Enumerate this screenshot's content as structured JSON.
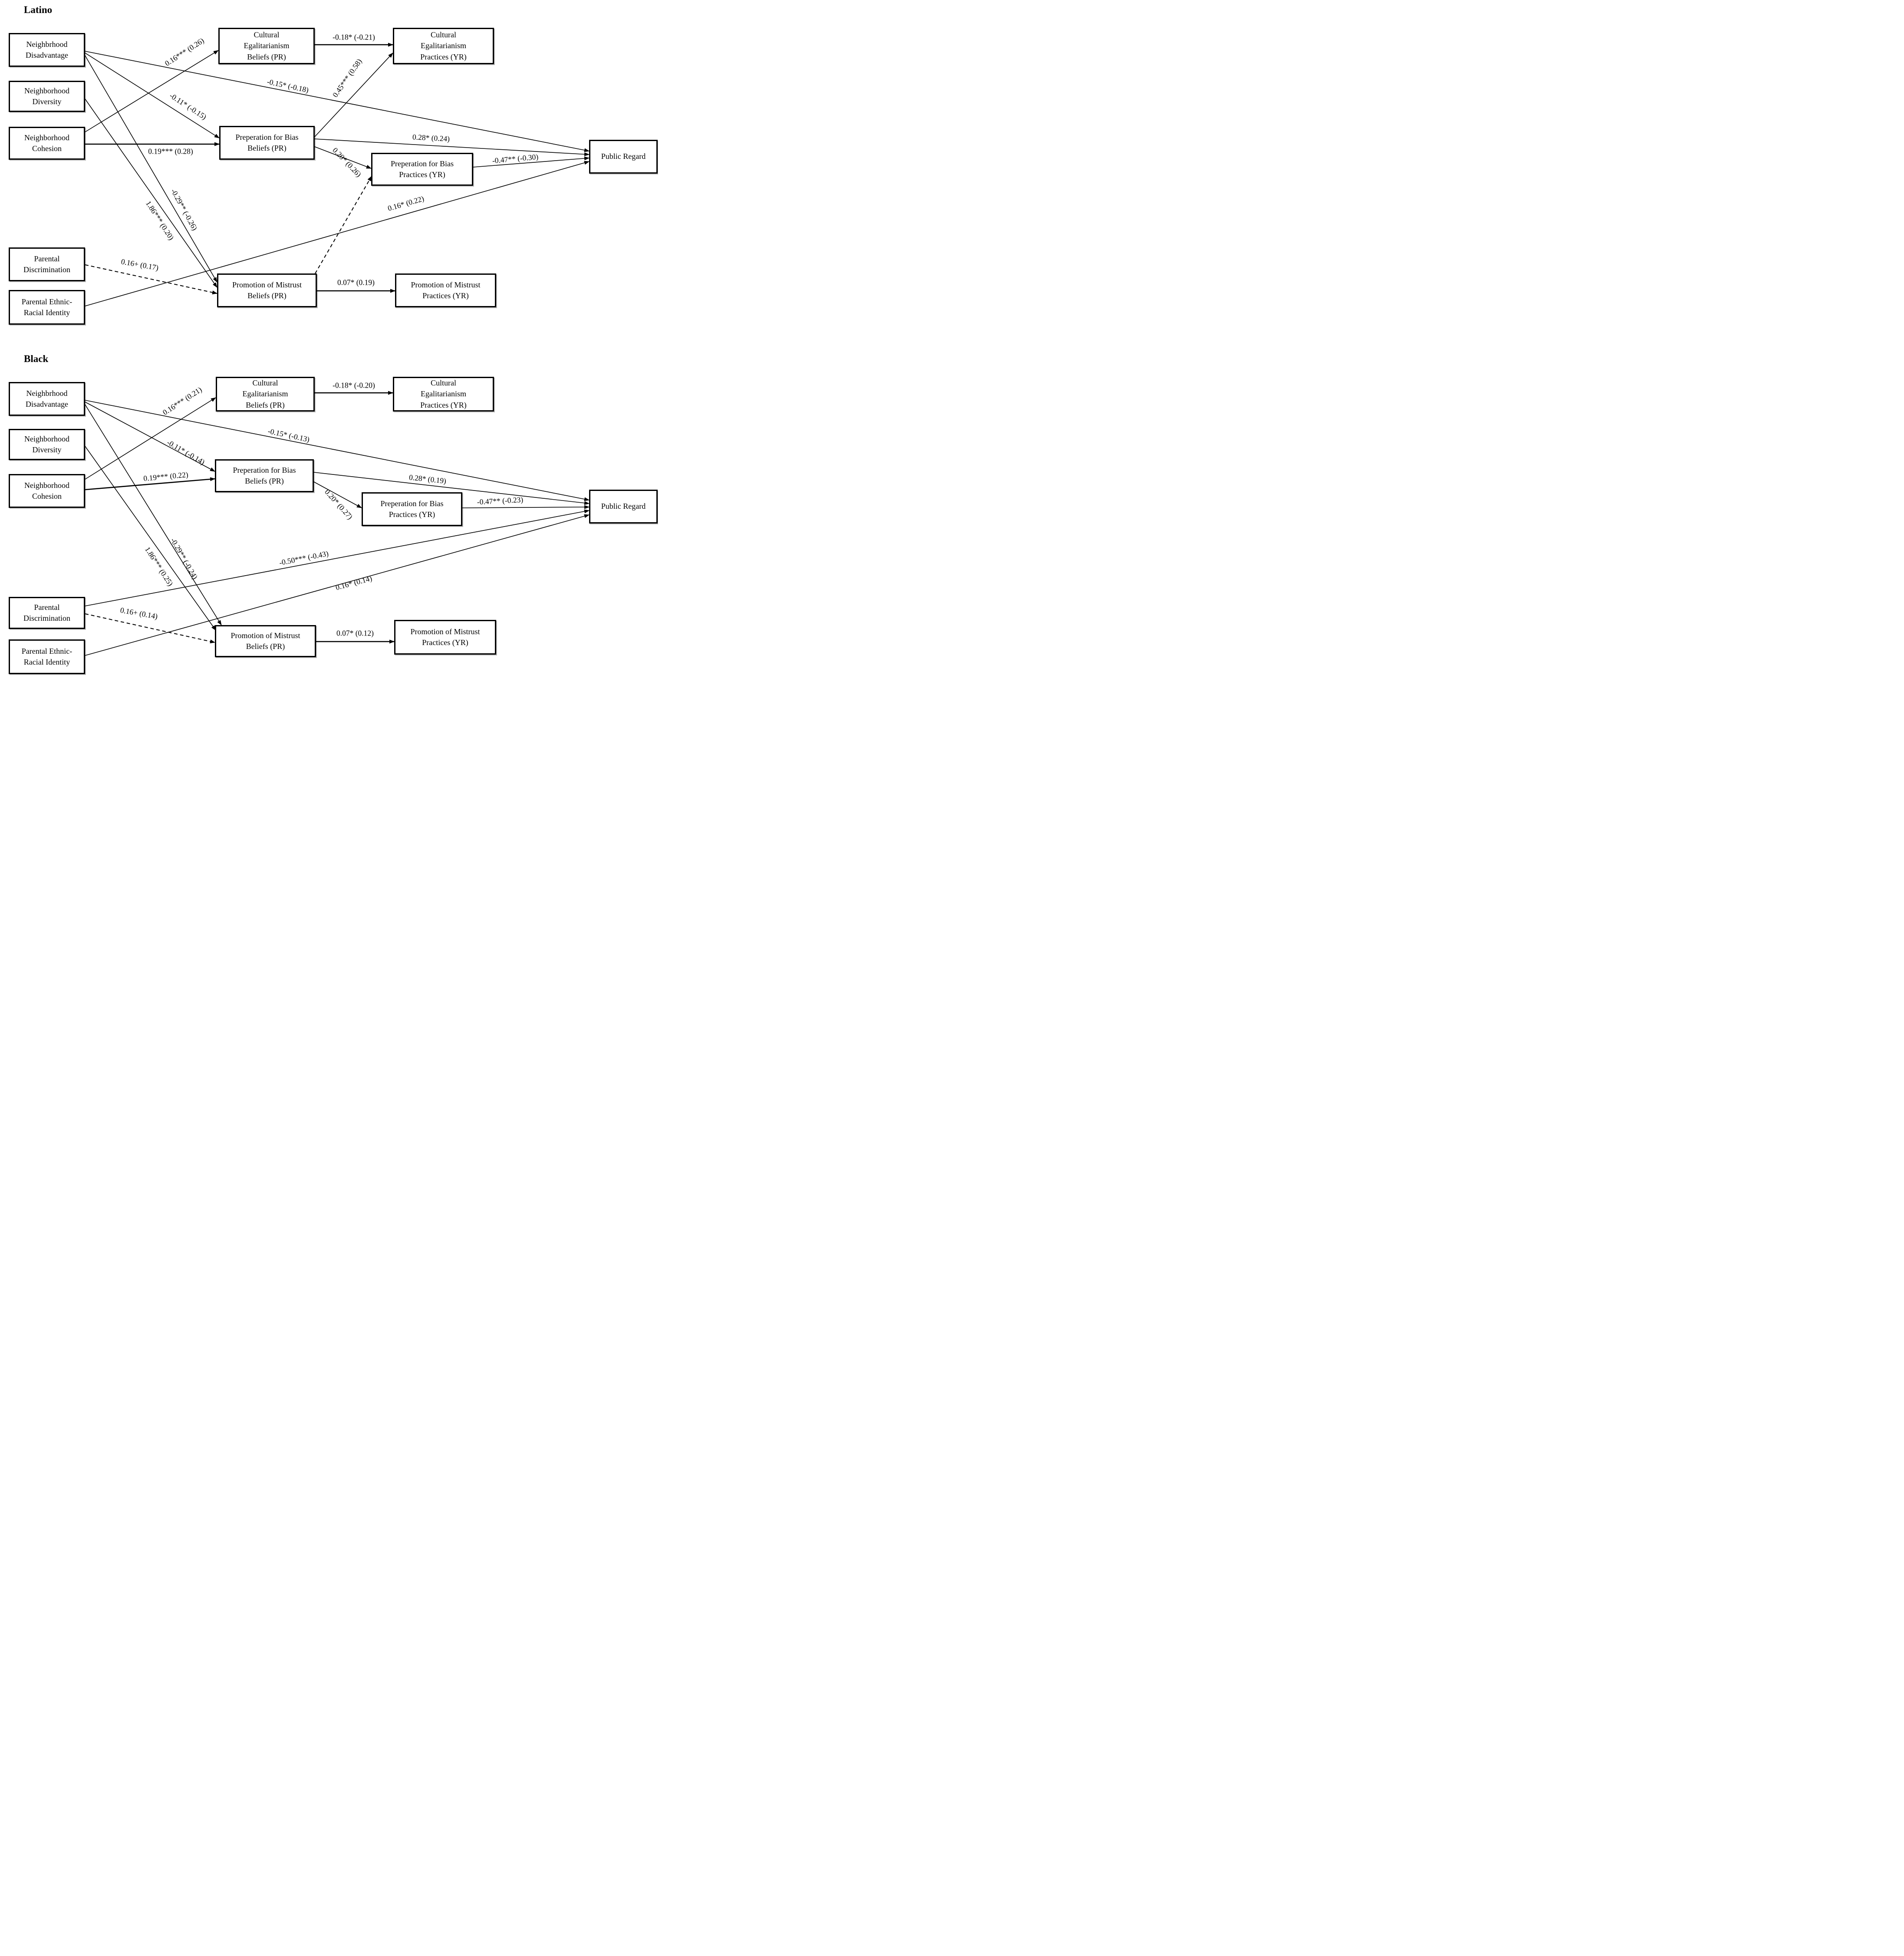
{
  "panels": [
    {
      "title": "Latino",
      "nodes": [
        {
          "id": "neighborhood-disadvantage",
          "label": "Neighbrhood\nDisadvantage"
        },
        {
          "id": "neighborhood-diversity",
          "label": "Neighborhood\nDiversity"
        },
        {
          "id": "neighborhood-cohesion",
          "label": "Neighborhood\nCohesion"
        },
        {
          "id": "parental-discrimination",
          "label": "Parental\nDiscrimination"
        },
        {
          "id": "parental-ethnic-racial-identity",
          "label": "Parental Ethnic-\nRacial Identity"
        },
        {
          "id": "cultural-egalitarianism-beliefs",
          "label": "Cultural\nEgalitarianism\nBeliefs (PR)"
        },
        {
          "id": "preparation-for-bias-beliefs",
          "label": "Preperation for Bias\nBeliefs (PR)"
        },
        {
          "id": "promotion-of-mistrust-beliefs",
          "label": "Promotion of Mistrust\nBeliefs (PR)"
        },
        {
          "id": "cultural-egalitarianism-practices",
          "label": "Cultural\nEgalitarianism\nPractices (YR)"
        },
        {
          "id": "preparation-for-bias-practices",
          "label": "Preperation for Bias\nPractices (YR)"
        },
        {
          "id": "promotion-of-mistrust-practices",
          "label": "Promotion of Mistrust\nPractices (YR)"
        },
        {
          "id": "public-regard",
          "label": "Public Regard"
        }
      ],
      "edges": [
        {
          "from": "neighborhood-cohesion",
          "to": "cultural-egalitarianism-beliefs",
          "label": "0.16*** (0.26)",
          "style": "solid"
        },
        {
          "from": "cultural-egalitarianism-beliefs",
          "to": "cultural-egalitarianism-practices",
          "label": "-0.18* (-0.21)",
          "style": "solid"
        },
        {
          "from": "neighborhood-disadvantage",
          "to": "public-regard",
          "label": "-0.15* (-0.18)",
          "style": "solid"
        },
        {
          "from": "preparation-for-bias-beliefs",
          "to": "cultural-egalitarianism-practices",
          "label": "0.45*** (0.58)",
          "style": "solid"
        },
        {
          "from": "neighborhood-disadvantage",
          "to": "preparation-for-bias-beliefs",
          "label": "-0.11* (-0.15)",
          "style": "solid"
        },
        {
          "from": "neighborhood-cohesion",
          "to": "preparation-for-bias-beliefs",
          "label": "0.19*** (0.28)",
          "style": "solid"
        },
        {
          "from": "preparation-for-bias-beliefs",
          "to": "public-regard",
          "label": "0.28* (0.24)",
          "style": "solid"
        },
        {
          "from": "preparation-for-bias-beliefs",
          "to": "preparation-for-bias-practices",
          "label": "0.20* (0.26)",
          "style": "solid"
        },
        {
          "from": "preparation-for-bias-practices",
          "to": "public-regard",
          "label": "-0.47** (-0.30)",
          "style": "solid"
        },
        {
          "from": "neighborhood-disadvantage",
          "to": "promotion-of-mistrust-beliefs",
          "label": "-0.29** (-0.26)",
          "style": "solid"
        },
        {
          "from": "neighborhood-diversity",
          "to": "promotion-of-mistrust-beliefs",
          "label": "1.86*** (0.20)",
          "style": "solid"
        },
        {
          "from": "parental-ethnic-racial-identity",
          "to": "public-regard",
          "label": "0.16* (0.22)",
          "style": "solid"
        },
        {
          "from": "parental-discrimination",
          "to": "promotion-of-mistrust-beliefs",
          "label": "0.16+ (0.17)",
          "style": "dashed"
        },
        {
          "from": "promotion-of-mistrust-beliefs",
          "to": "preparation-for-bias-practices",
          "label": "",
          "style": "dashed"
        },
        {
          "from": "promotion-of-mistrust-beliefs",
          "to": "promotion-of-mistrust-practices",
          "label": "0.07* (0.19)",
          "style": "solid"
        }
      ]
    },
    {
      "title": "Black",
      "nodes": [
        {
          "id": "neighborhood-disadvantage",
          "label": "Neighbrhood\nDisadvantage"
        },
        {
          "id": "neighborhood-diversity",
          "label": "Neighborhood\nDiversity"
        },
        {
          "id": "neighborhood-cohesion",
          "label": "Neighborhood\nCohesion"
        },
        {
          "id": "parental-discrimination",
          "label": "Parental\nDiscrimination"
        },
        {
          "id": "parental-ethnic-racial-identity",
          "label": "Parental Ethnic-\nRacial Identity"
        },
        {
          "id": "cultural-egalitarianism-beliefs",
          "label": "Cultural\nEgalitarianism\nBeliefs (PR)"
        },
        {
          "id": "preparation-for-bias-beliefs",
          "label": "Preperation for Bias\nBeliefs (PR)"
        },
        {
          "id": "promotion-of-mistrust-beliefs",
          "label": "Promotion of Mistrust\nBeliefs (PR)"
        },
        {
          "id": "cultural-egalitarianism-practices",
          "label": "Cultural\nEgalitarianism\nPractices (YR)"
        },
        {
          "id": "preparation-for-bias-practices",
          "label": "Preperation for Bias\nPractices (YR)"
        },
        {
          "id": "promotion-of-mistrust-practices",
          "label": "Promotion of Mistrust\nPractices (YR)"
        },
        {
          "id": "public-regard",
          "label": "Public Regard"
        }
      ],
      "edges": [
        {
          "from": "neighborhood-cohesion",
          "to": "cultural-egalitarianism-beliefs",
          "label": "0.16*** (0.21)",
          "style": "solid"
        },
        {
          "from": "cultural-egalitarianism-beliefs",
          "to": "cultural-egalitarianism-practices",
          "label": "-0.18* (-0.20)",
          "style": "solid"
        },
        {
          "from": "neighborhood-disadvantage",
          "to": "public-regard",
          "label": "-0.15* (-0.13)",
          "style": "solid"
        },
        {
          "from": "neighborhood-disadvantage",
          "to": "preparation-for-bias-beliefs",
          "label": "-0.11* (-0.14)",
          "style": "solid"
        },
        {
          "from": "neighborhood-cohesion",
          "to": "preparation-for-bias-beliefs",
          "label": "0.19*** (0.22)",
          "style": "solid"
        },
        {
          "from": "preparation-for-bias-beliefs",
          "to": "public-regard",
          "label": "0.28* (0.19)",
          "style": "solid"
        },
        {
          "from": "preparation-for-bias-beliefs",
          "to": "preparation-for-bias-practices",
          "label": "0.20* (0.27)",
          "style": "solid"
        },
        {
          "from": "preparation-for-bias-practices",
          "to": "public-regard",
          "label": "-0.47** (-0.23)",
          "style": "solid"
        },
        {
          "from": "neighborhood-disadvantage",
          "to": "promotion-of-mistrust-beliefs",
          "label": "-0.29** (-0.24)",
          "style": "solid"
        },
        {
          "from": "neighborhood-diversity",
          "to": "promotion-of-mistrust-beliefs",
          "label": "1.86*** (0.25)",
          "style": "solid"
        },
        {
          "from": "parental-discrimination",
          "to": "public-regard",
          "label": "-0.50*** (-0.43)",
          "style": "solid"
        },
        {
          "from": "parental-ethnic-racial-identity",
          "to": "public-regard",
          "label": "0.16* (0.14)",
          "style": "solid"
        },
        {
          "from": "parental-discrimination",
          "to": "promotion-of-mistrust-beliefs",
          "label": "0.16+ (0.14)",
          "style": "dashed"
        },
        {
          "from": "promotion-of-mistrust-beliefs",
          "to": "promotion-of-mistrust-practices",
          "label": "0.07* (0.12)",
          "style": "solid"
        }
      ]
    }
  ]
}
